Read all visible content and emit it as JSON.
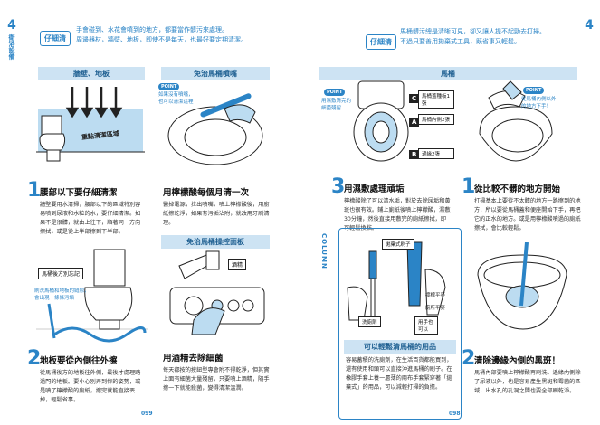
{
  "left": {
    "chapter_number": "4",
    "chapter_title": "衛浴設備",
    "tag": "仔細清",
    "intro": [
      "手會碰到、水花會噴到的地方，都要當作髒污來處理。",
      "周邊器材，牆壁、地板，即使不是每天，也最好要定期清潔。"
    ],
    "section_wall": "牆壁、地板",
    "wall_label": "重點清潔區域",
    "step1": {
      "num": "1",
      "title": "腰部以下要仔細清潔",
      "body": "牆壁要用水清掃，腰部以下的區域特別容易噴到尿液和水粒的水，要仔細清潔。如果不是很髒，就由上往下，順著同一方向擦拭，或是從上半部擦到下半部。"
    },
    "section_bidet": "免治馬桶噴嘴",
    "bidet_point": "POINT",
    "bidet_note": [
      "如果沒有噴嘴，",
      "也可以清潔這裡"
    ],
    "step_bidet": {
      "title": "用檸檬酸每個月清一次",
      "body": "醫掉電源，拉出噴嘴，噴上檸檬酸後，用廚紙擦乾淨，如果有污垢沾附，就改用牙刷清理。"
    },
    "section_panel": "免治馬桶操控面板",
    "panel_label": "酒精",
    "step_panel": {
      "title": "用酒精去除細菌",
      "body": "每天都按的按鈕型專會附不得乾淨，但其實上面有細菌大量殘留，只要噴上酒精，隨手擦一下就能殺菌，變得清潔溫潤。"
    },
    "gap_label": "馬桶後方別忘記",
    "gap_note": [
      "刷洗馬桶和地板的縫隙，",
      "會出現一條條污垢"
    ],
    "step2": {
      "num": "2",
      "title": "地板要從內側往外擦",
      "body": "從馬桶後方的地板往外側，最後才處理踏過門的地板。要小心別弄到你的姿勢，或是噴了檸檬酸的廁紙，擦完就能直接丟掉，輕鬆省事。"
    },
    "page_number": "099"
  },
  "right": {
    "chapter_number": "4",
    "tag": "仔細清",
    "intro": [
      "馬桶髒污總是清晰可見，卻又讓人提不起勁去打掃。",
      "不過只要善用拋棄式工具，既省事又輕鬆。"
    ],
    "section_toilet": "馬桶",
    "point_left": "POINT",
    "note_left": [
      "用濕敷清完的",
      "細菌殘留"
    ],
    "labels": {
      "c": "C",
      "c_text": "馬桶蓋種板1張",
      "a": "A",
      "a_text": "馬桶內側2張",
      "b": "B",
      "b_text": "邊緣2張"
    },
    "step3": {
      "num": "3",
      "title": "用濕敷處理頑垢",
      "body": "檸檬酸除了可以清水垢，對於去除尿垢和黃斑也很有效。鋪上廁紙後噴上檸檬酸，濕敷30分鐘，然後直接用敷完的廁紙擦拭，即可輕鬆換粘。"
    },
    "point_right": "POINT",
    "note_right": [
      "從馬桶內側以外",
      "的地方下手！"
    ],
    "step1": {
      "num": "1",
      "title": "從比較不髒的地方開始",
      "body": "打掃基本上要從不太髒的地方一路擦到的地方，所以要從馬桶蓋和便座開始下手，再把它的正水的地方。或是用檸檬酸噴過的廁紙擦拭，會比較輕鬆。"
    },
    "column": "COLUMN",
    "tools": {
      "brush": "拋棄式刷子",
      "sponge": "檸檬平麥",
      "cloth": "廁所平麥",
      "detergent": "洗廁劑",
      "glove": "用手也可以"
    },
    "column_title": "可以輕鬆清馬桶的用品",
    "column_body": "容易蓄積的洗廁劑，在生活百貨都能買到，還有使用和頭可以直接沖進馬桶的刷子。在橡膠手套上養一層薄的兩布手套緊穿著「拋棄式」的用品，可以減輕打掃的負擔。",
    "step2": {
      "num": "2",
      "title": "清除邊緣內側的黑斑！",
      "body": "馬桶內部要噴上檸檬酸再刷洗，邊緣內側除了尿液以外，也是容易產生黑斑和霉菌的區域，出水孔的孔洞之間也要全部刷乾淨。"
    },
    "page_number": "098"
  },
  "colors": {
    "accent": "#2b84c6",
    "pill": "#cde3f3"
  }
}
